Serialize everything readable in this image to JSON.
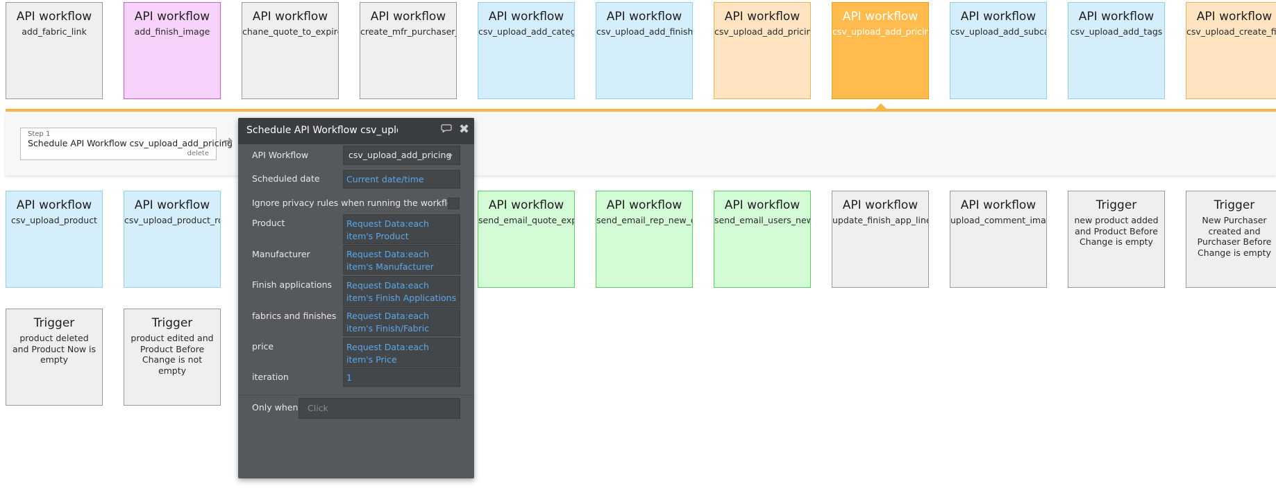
{
  "row1": [
    {
      "title": "API workflow",
      "sub": "add_fabric_link",
      "color": "grey"
    },
    {
      "title": "API workflow",
      "sub": "add_finish_image",
      "color": "pink"
    },
    {
      "title": "API workflow",
      "sub": "chane_quote_to_expired",
      "color": "grey"
    },
    {
      "title": "API workflow",
      "sub": "create_mfr_purchaser_c",
      "color": "grey"
    },
    {
      "title": "API workflow",
      "sub": "csv_upload_add_categor",
      "color": "blue"
    },
    {
      "title": "API workflow",
      "sub": "csv_upload_add_finish_a",
      "color": "blue"
    },
    {
      "title": "API workflow",
      "sub": "csv_upload_add_pricing",
      "color": "orange"
    },
    {
      "title": "API workflow",
      "sub": "csv_upload_add_pricing",
      "color": "sel"
    },
    {
      "title": "API workflow",
      "sub": "csv_upload_add_subcate",
      "color": "blue"
    },
    {
      "title": "API workflow",
      "sub": "csv_upload_add_tags",
      "color": "blue"
    },
    {
      "title": "API workflow",
      "sub": "csv_upload_create_fini",
      "color": "orange"
    }
  ],
  "row2": [
    {
      "title": "API workflow",
      "sub": "csv_upload_product",
      "color": "blue"
    },
    {
      "title": "API workflow",
      "sub": "csv_upload_product_rou",
      "color": "blue"
    },
    {
      "title": "API workflow",
      "sub": "send_email_quote_expir",
      "color": "green"
    },
    {
      "title": "API workflow",
      "sub": "send_email_rep_new_qu",
      "color": "green"
    },
    {
      "title": "API workflow",
      "sub": "send_email_users_new_",
      "color": "green"
    },
    {
      "title": "API workflow",
      "sub": "update_finish_app_line_",
      "color": "grey"
    },
    {
      "title": "API workflow",
      "sub": "upload_comment_image",
      "color": "grey"
    },
    {
      "title": "Trigger",
      "sub": "new product added and Product Before Change is empty",
      "color": "grey"
    },
    {
      "title": "Trigger",
      "sub": "New Purchaser created and Purchaser Before Change is empty",
      "color": "grey"
    }
  ],
  "row3": [
    {
      "title": "Trigger",
      "sub": "product deleted and Product Now is empty",
      "color": "grey"
    },
    {
      "title": "Trigger",
      "sub": "product edited and Product Before Change is not empty",
      "color": "grey"
    }
  ],
  "step": {
    "number": "Step 1",
    "name": "Schedule API Workflow csv_upload_add_pricing",
    "delete_label": "delete"
  },
  "dialog": {
    "title": "Schedule API Workflow csv_upload_add_pricing",
    "fields": {
      "api_workflow": {
        "label": "API Workflow",
        "value": "csv_upload_add_pricing"
      },
      "scheduled_date": {
        "label": "Scheduled date",
        "value": "Current date/time"
      },
      "ignore_privacy": {
        "label": "Ignore privacy rules when running the workflow"
      },
      "product": {
        "label": "Product",
        "value": "Request Data:each item's Product"
      },
      "manufacturer": {
        "label": "Manufacturer",
        "value": "Request Data:each item's Manufacturer"
      },
      "finish_applications": {
        "label": "Finish applications",
        "value": "Request Data:each item's Finish Applications"
      },
      "fabrics_finishes": {
        "label": "fabrics and finishes",
        "value": "Request Data:each item's Finish/Fabric"
      },
      "price": {
        "label": "price",
        "value": "Request Data:each item's Price"
      },
      "iteration": {
        "label": "iteration",
        "value": "1"
      }
    },
    "only_when": {
      "label": "Only when",
      "placeholder": "Click"
    }
  }
}
